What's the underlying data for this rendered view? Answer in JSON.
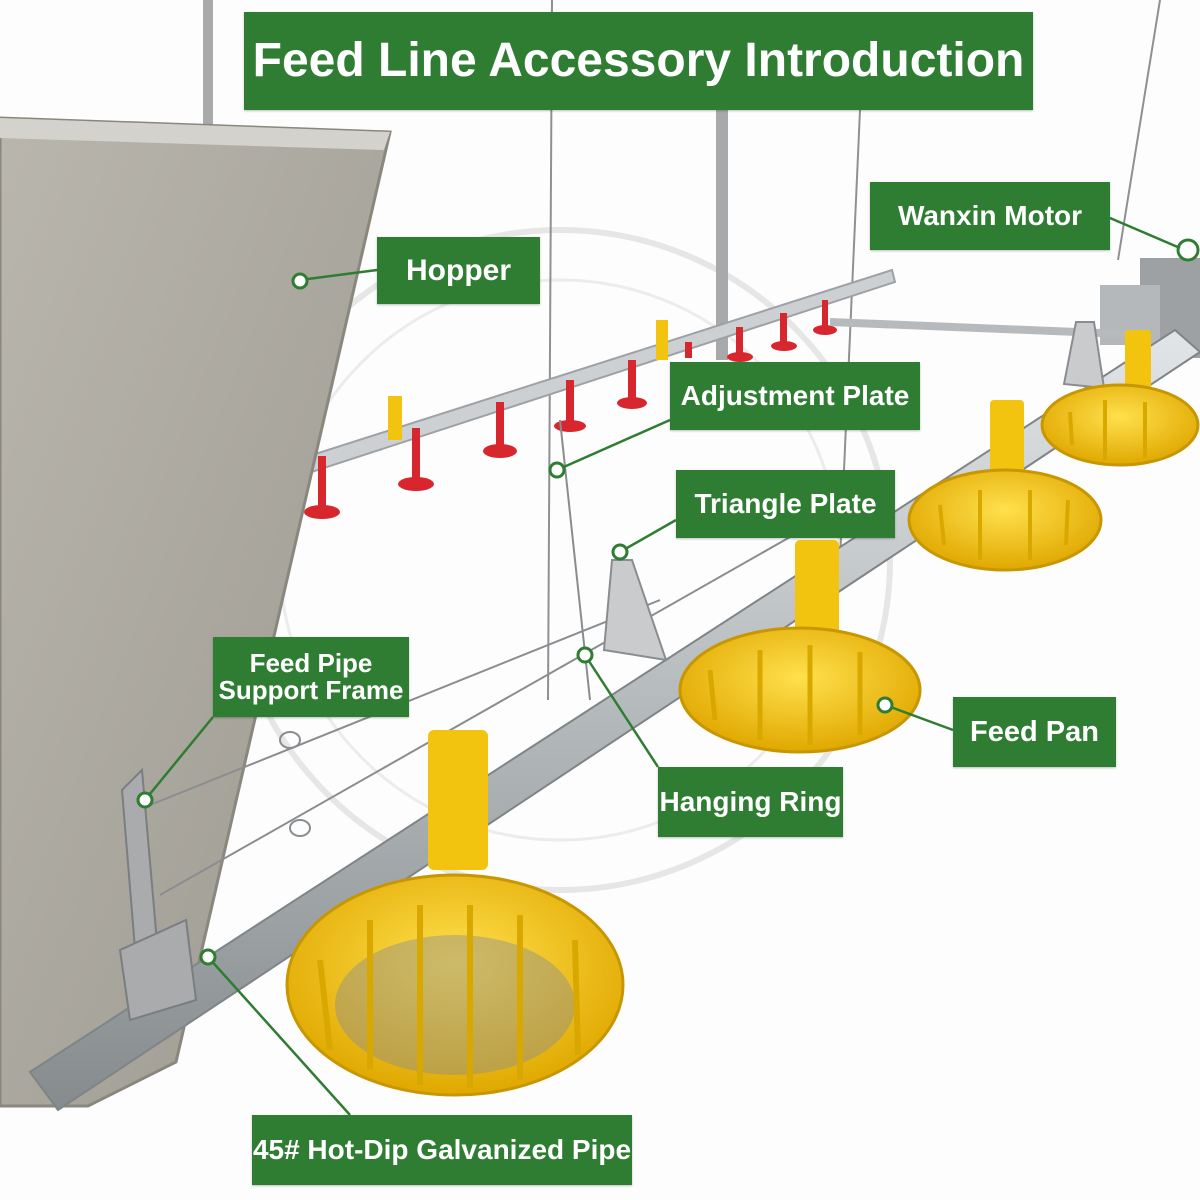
{
  "title": "Feed Line Accessory Introduction",
  "labels": {
    "hopper": "Hopper",
    "motor": "Wanxin Motor",
    "adjustment_plate": "Adjustment Plate",
    "triangle_plate": "Triangle Plate",
    "support_frame_line1": "Feed Pipe",
    "support_frame_line2": "Support Frame",
    "feed_pan": "Feed Pan",
    "hanging_ring": "Hanging Ring",
    "pipe": "45# Hot-Dip Galvanized Pipe"
  },
  "colors": {
    "label_bg": "#2e7d32",
    "label_text": "#ffffff",
    "leader": "#2e7d32",
    "hopper": "#a8a59c",
    "pipe": "#b8bcbf",
    "pan_yellow": "#f2c40f",
    "nipple_red": "#d7262e"
  }
}
